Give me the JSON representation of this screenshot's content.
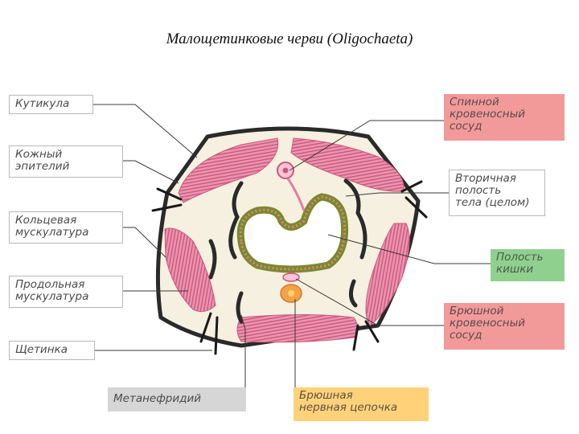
{
  "title": "Малощетинковые черви (Oligochaeta)",
  "labels": {
    "cuticle": "Кутикула",
    "skin_epithelium": "Кожный\nэпителий",
    "circular_muscle": "Кольцевая\nмускулатура",
    "longitudinal_muscle": "Продольная\nмускулатура",
    "bristle": "Щетинка",
    "metanephridium": "Метанефридий",
    "ventral_nerve_cord": "Брюшная\nнервная цепочка",
    "dorsal_vessel": "Спинной\nкровеносный\nсосуд",
    "coelom": "Вторичная\nполость\nтела (целом)",
    "gut_cavity": "Полость\nкишки",
    "ventral_vessel": "Брюшной\nкровеносный\nсосуд"
  },
  "colors": {
    "muscle_pink": "#e88aa8",
    "muscle_stripe": "#c9587c",
    "body_outline": "#2a2a2a",
    "coelom_fill": "#f6f0e0",
    "gut_green": "#7a8a2a",
    "label_pink": "#f29a9a",
    "label_green": "#8fd08f",
    "label_yellow": "#ffd27a",
    "label_gray": "#d6d6d6"
  }
}
